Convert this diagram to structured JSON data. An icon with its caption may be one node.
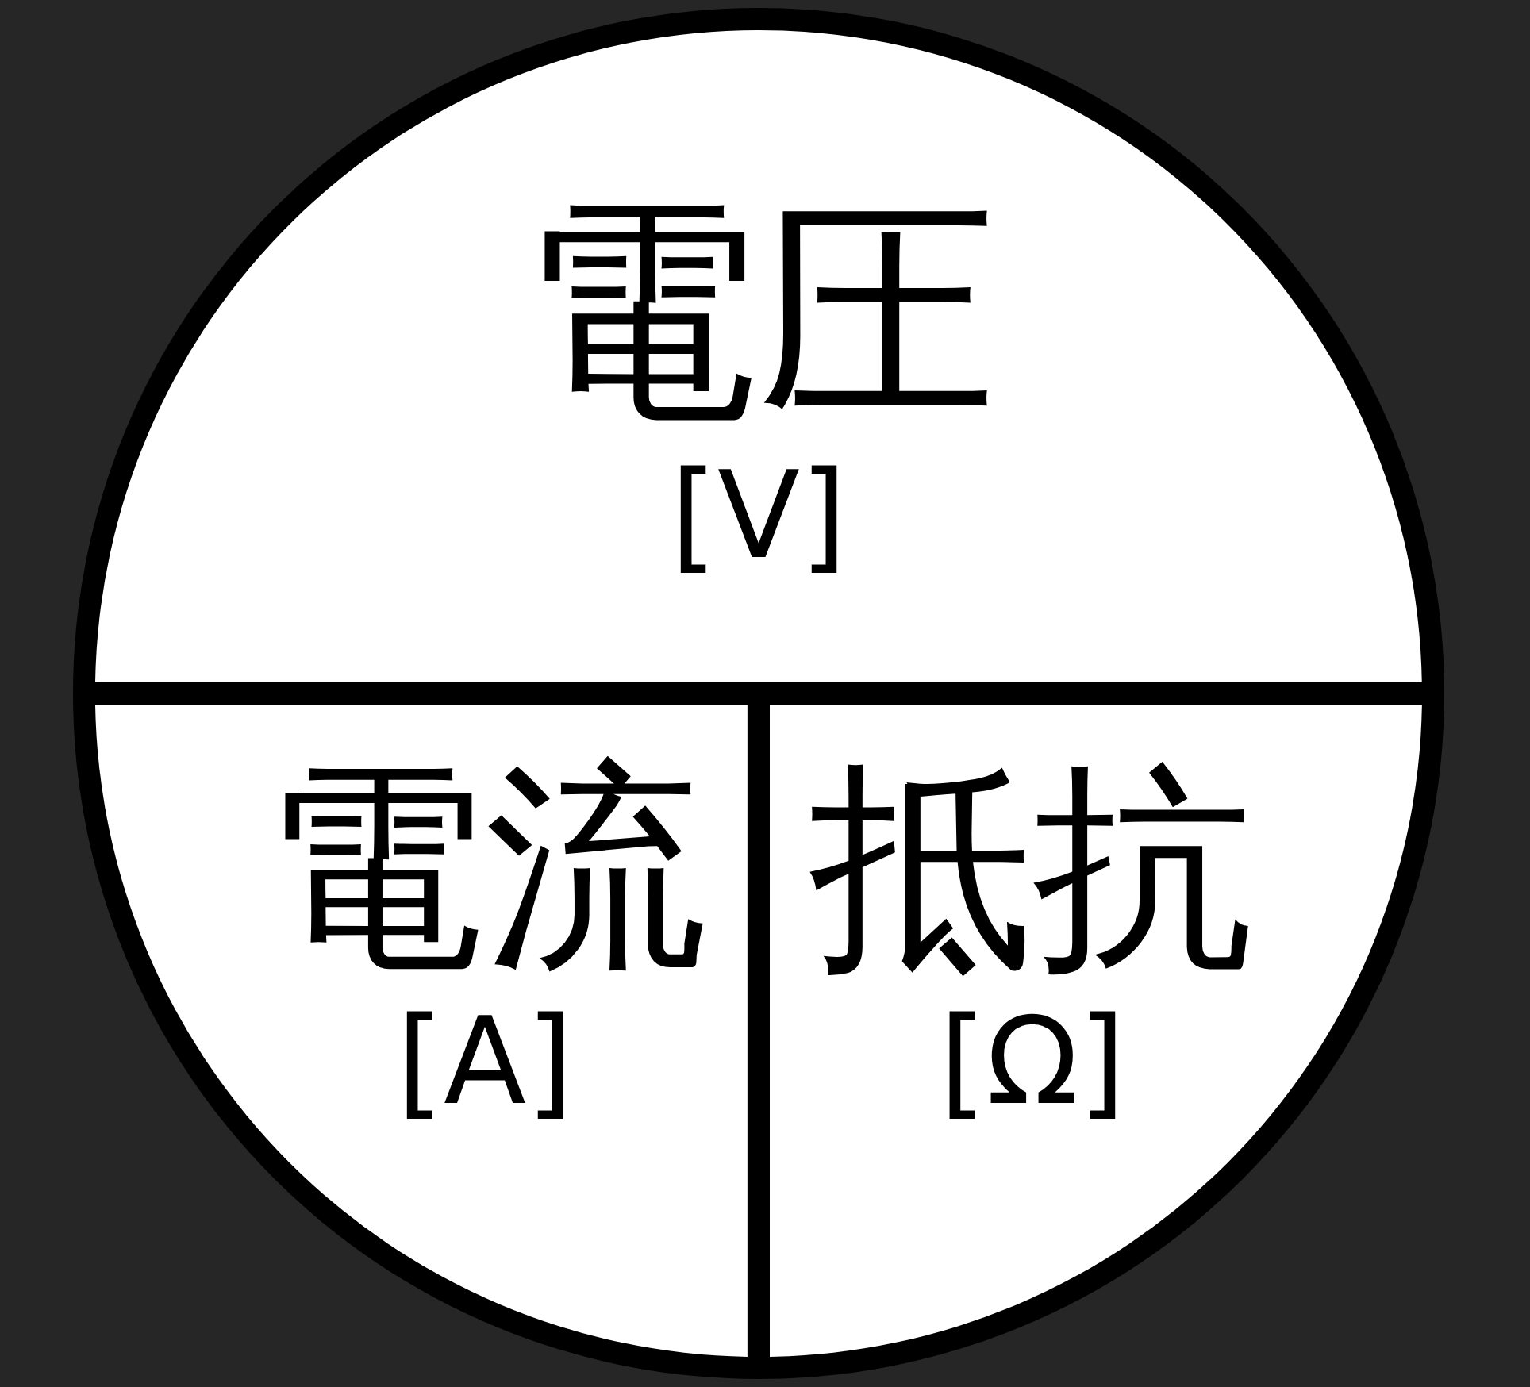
{
  "diagram": {
    "nodes": [
      {
        "text": [],
        "shape": "circle"
      },
      {
        "text": [
          "電圧",
          "[V]"
        ],
        "in": 0
      },
      {
        "text": [
          "電流",
          "[A]"
        ],
        "in": 0
      },
      {
        "text": [
          "抵抗",
          "[Ω]"
        ],
        "in": 0
      }
    ]
  }
}
